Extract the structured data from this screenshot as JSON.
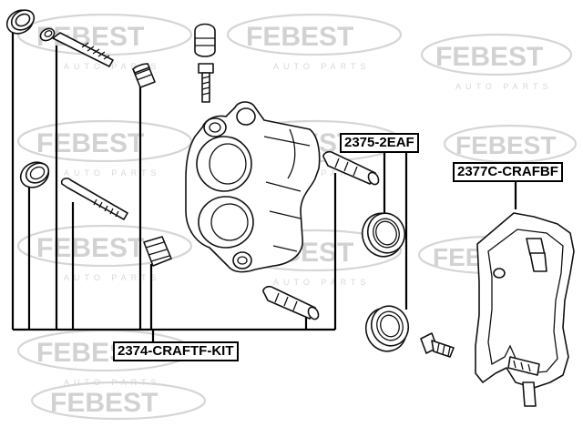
{
  "watermark": {
    "brand": "FEBEST",
    "tagline": "AUTO PARTS"
  },
  "labels": {
    "kit": "2374-CRAFTF-KIT",
    "piston_seal": "2375-2EAF",
    "bracket": "2377C-CRAFBF"
  }
}
